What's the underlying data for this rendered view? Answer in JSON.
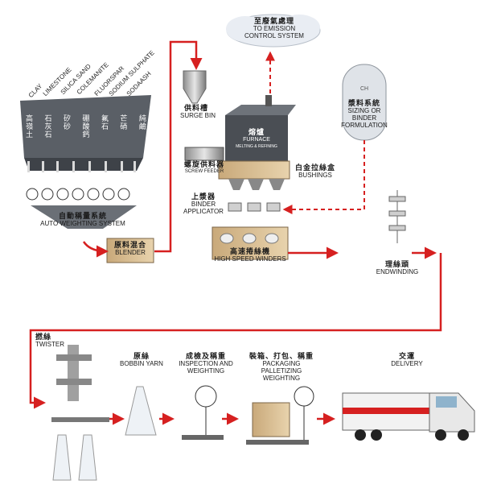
{
  "diagram": {
    "raw_materials": [
      "CLAY",
      "LIMESTONE",
      "SILICA SAND",
      "COLEMANITE",
      "FLUORSPAR",
      "SODIUM SULPHATE",
      "SODAASH"
    ],
    "hopper_chars": [
      [
        "高",
        "嶺",
        "土"
      ],
      [
        "石",
        "灰",
        "石"
      ],
      [
        "矽",
        "砂",
        ""
      ],
      [
        "硼",
        "酸",
        "鈣"
      ],
      [
        "氟",
        "石",
        ""
      ],
      [
        "芒",
        "硝",
        ""
      ],
      [
        "純",
        "鹼",
        ""
      ]
    ],
    "auto_weighting": {
      "zh": "自動稱量系統",
      "en": "AUTO WEIGHTING SYSTEM"
    },
    "blender": {
      "zh": "原料混合",
      "en": "BLENDER"
    },
    "surge_bin": {
      "zh": "供料槽",
      "en": "SURGE BIN"
    },
    "screw_feeder": {
      "zh": "螺旋供料器",
      "en": "SCREW FEEDER"
    },
    "furnace": {
      "zh": "熔爐",
      "en": "FURNACE",
      "sub": "MELTING & REFINING"
    },
    "emission": {
      "zh": "至廢氣處理",
      "en1": "TO EMISSION",
      "en2": "CONTROL SYSTEM"
    },
    "sizing": {
      "zh": "漿料系統",
      "en1": "SIZING OR",
      "en2": "BINDER",
      "en3": "FORMULATION"
    },
    "bushings": {
      "zh": "白金拉絲盒",
      "en": "BUSHINGS"
    },
    "applicator": {
      "zh": "上漿器",
      "en1": "BINDER",
      "en2": "APPLICATOR"
    },
    "winders": {
      "zh": "高速捲絲機",
      "en": "HIGH SPEED WINDERS"
    },
    "endwinding": {
      "zh": "理絲頭",
      "en": "ENDWINDING"
    },
    "twister": {
      "zh": "撚絲",
      "en": "TWISTER"
    },
    "bobbin": {
      "zh": "原絲",
      "en": "BOBBIN YARN"
    },
    "inspection": {
      "zh": "成檢及稱重",
      "en1": "INSPECTION AND",
      "en2": "WEIGHTING"
    },
    "packaging": {
      "zh": "裝箱、打包、稱重",
      "en1": "PACKAGING",
      "en2": "PALLETIZING",
      "en3": "WEIGHTING"
    },
    "delivery": {
      "zh": "交運",
      "en": "DELIVERY"
    }
  }
}
